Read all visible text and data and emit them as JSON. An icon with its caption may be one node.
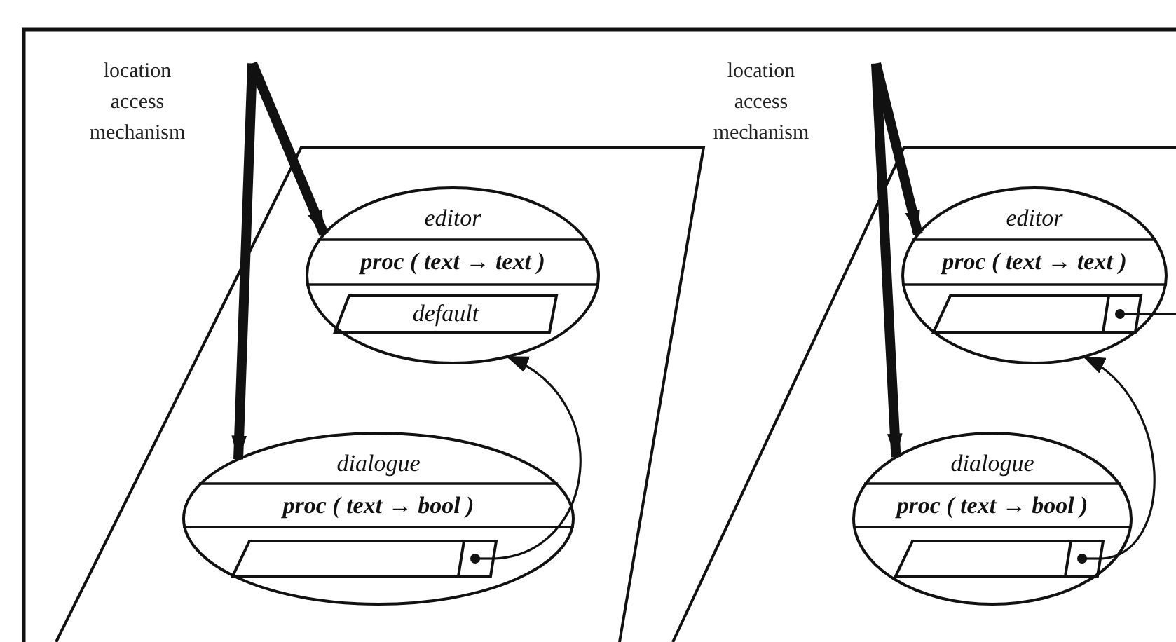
{
  "diagram": {
    "nodes": [
      {
        "text": [
          "location access mechanism"
        ]
      },
      {
        "text": [],
        "shape": "parallelogram"
      },
      {
        "text": [
          "editor",
          "proc ( text → text )"
        ],
        "in": 1
      },
      {
        "text": [
          "default"
        ],
        "in": 2
      },
      {
        "text": [
          "dialogue",
          "proc ( text → bool )"
        ],
        "in": 1
      },
      {
        "text": [],
        "shape": "box",
        "in": 4
      },
      {
        "text": [
          "location access mechanism"
        ]
      },
      {
        "text": [],
        "shape": "parallelogram"
      },
      {
        "text": [
          "editor",
          "proc ( text → text )"
        ],
        "in": 7
      },
      {
        "text": [],
        "shape": "box",
        "in": 8
      },
      {
        "text": [
          "dialogue",
          "proc ( text → bool )"
        ],
        "in": 7
      },
      {
        "text": [],
        "shape": "box",
        "in": 10
      }
    ],
    "edges": [
      {
        "from": 0,
        "to": 2,
        "arrow": "to"
      },
      {
        "from": 0,
        "to": 4,
        "arrow": "to"
      },
      {
        "from": 5,
        "to": 2,
        "arrow": "to"
      },
      {
        "from": 6,
        "to": 8,
        "arrow": "to"
      },
      {
        "from": 6,
        "to": 10,
        "arrow": "to"
      },
      {
        "from": 11,
        "to": 8,
        "arrow": "to"
      },
      {
        "from": 9,
        "to": null,
        "arrow": "none"
      }
    ]
  }
}
